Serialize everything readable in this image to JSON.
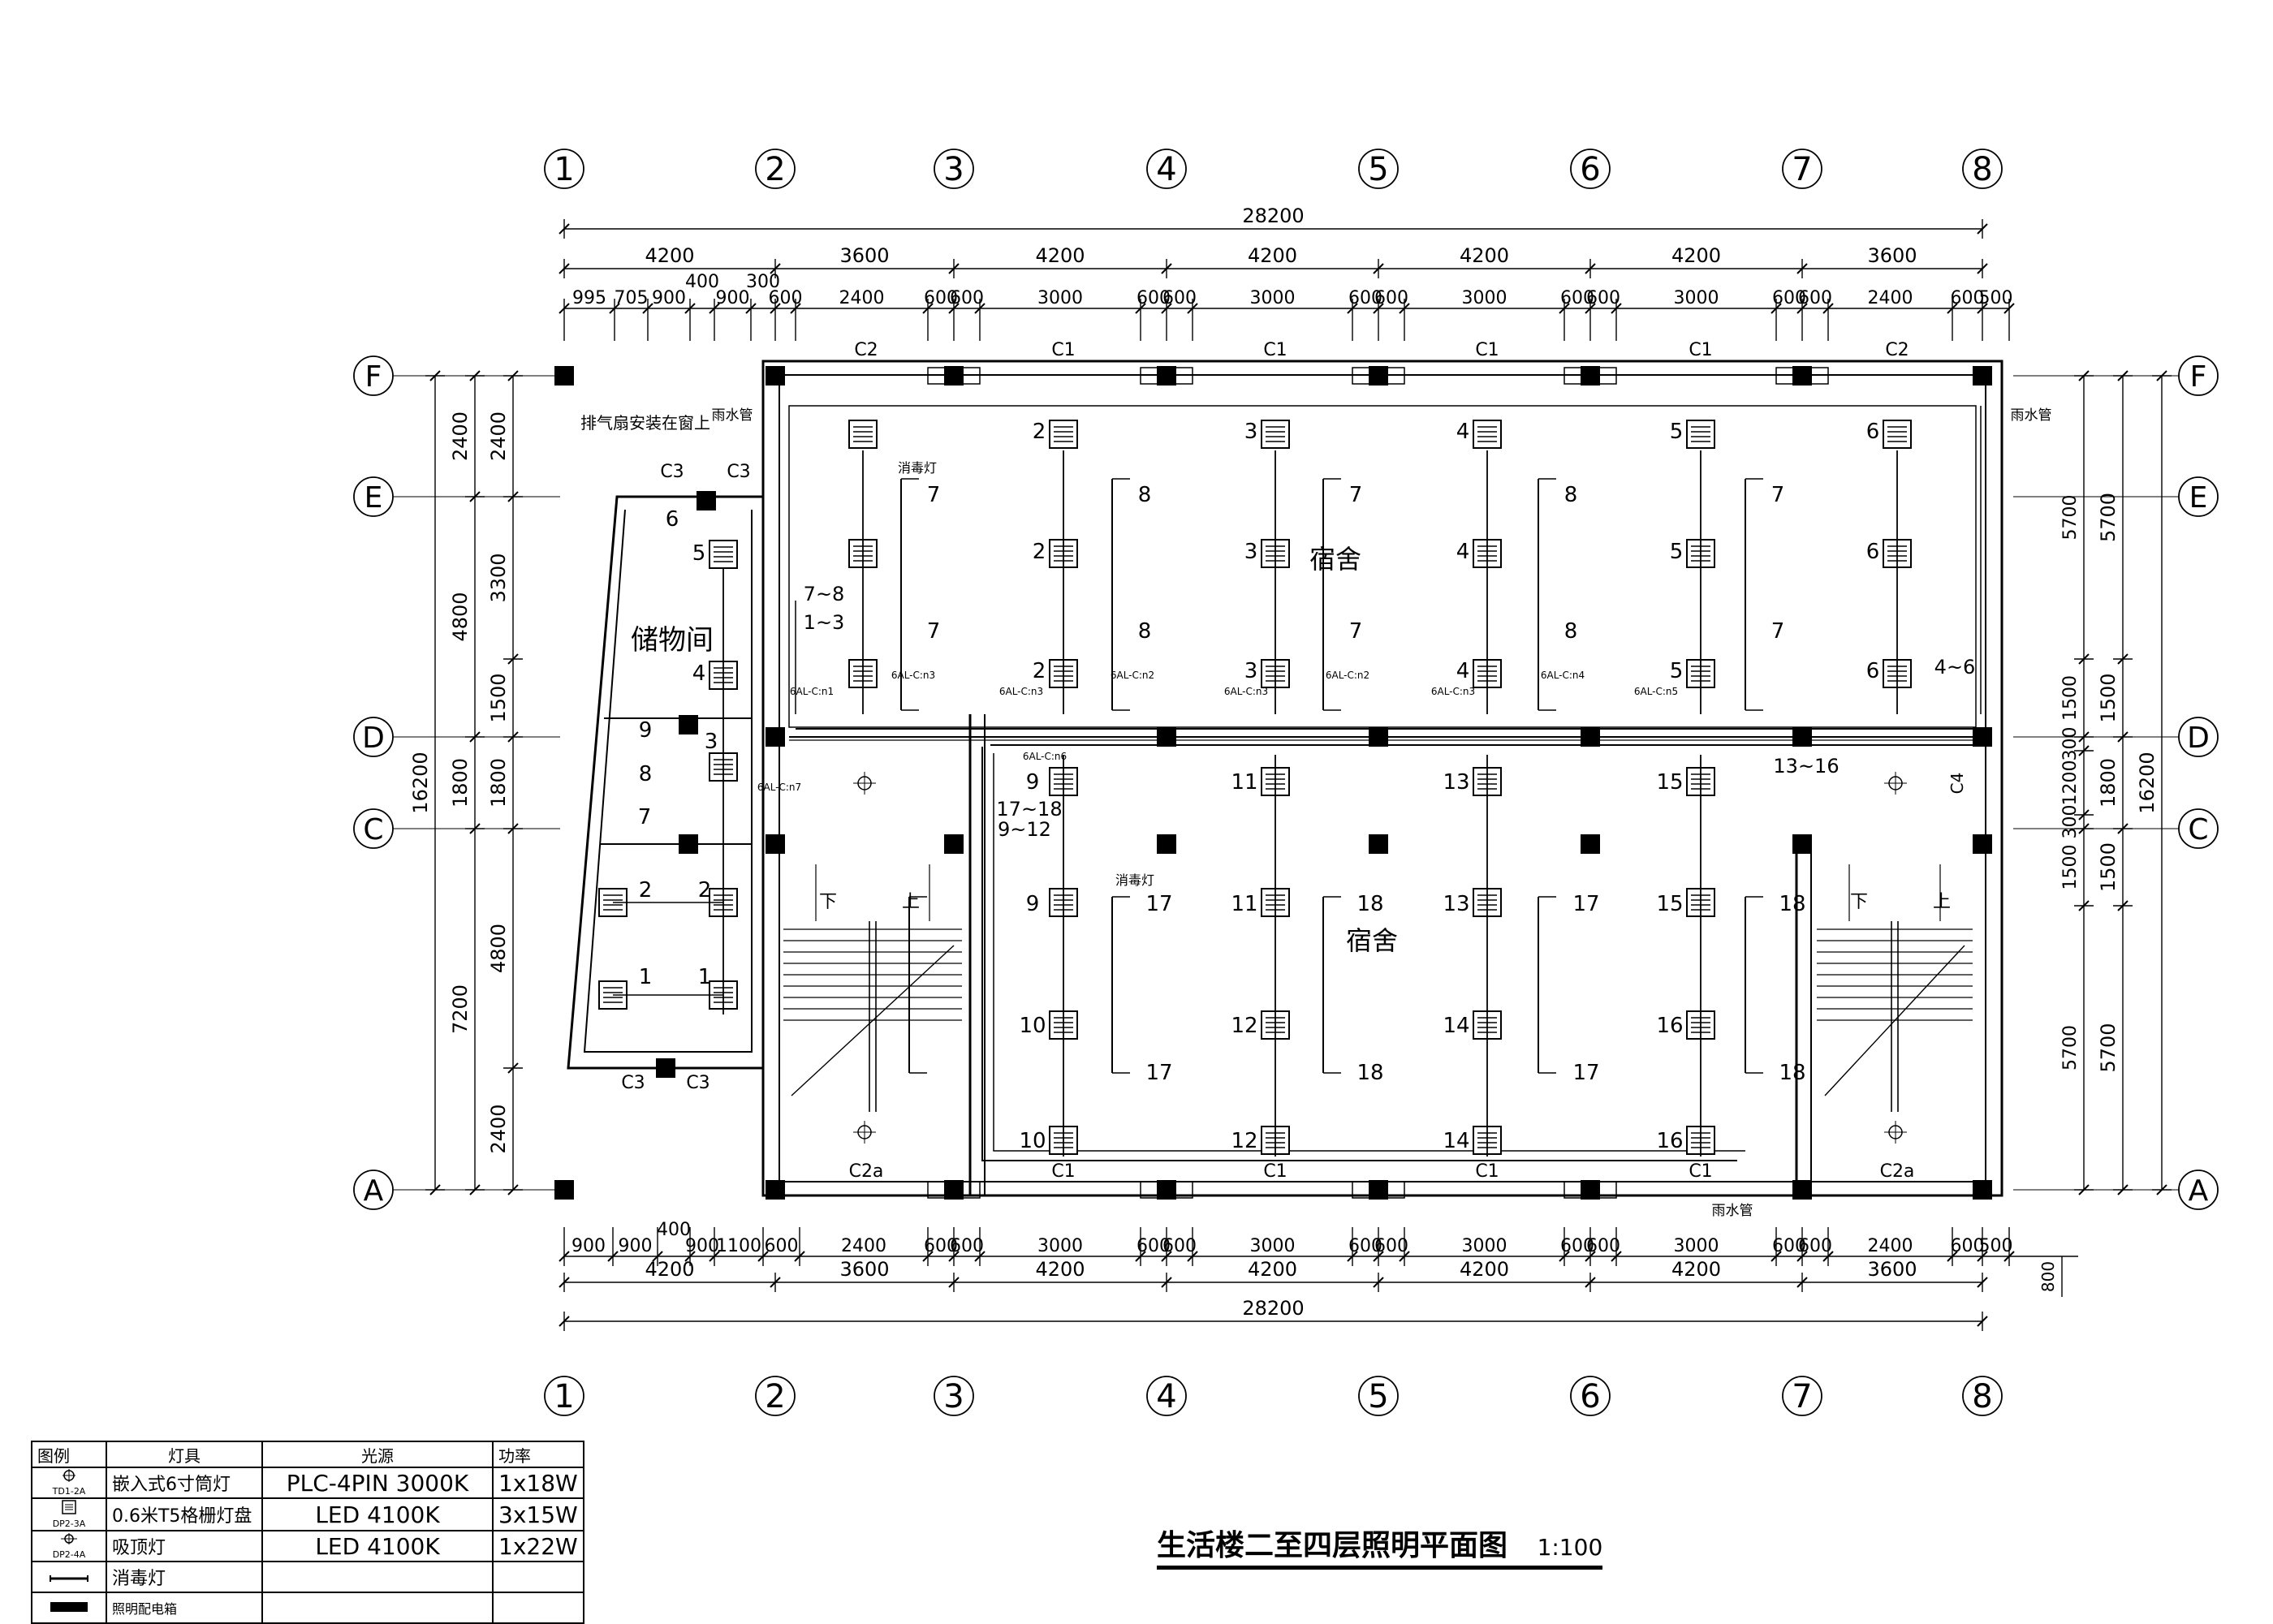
{
  "plan_title": "生活楼二至四层照明平面图",
  "scale": "1:100",
  "axes": {
    "numbered": [
      "1",
      "2",
      "3",
      "4",
      "5",
      "6",
      "7",
      "8"
    ],
    "lettered": [
      "F",
      "E",
      "D",
      "C",
      "A"
    ]
  },
  "dims_top": {
    "total": "28200",
    "bays": [
      "4200",
      "3600",
      "4200",
      "4200",
      "4200",
      "4200",
      "3600"
    ],
    "detail": [
      "995",
      "705",
      "900",
      "400",
      "900",
      "300",
      "600",
      "2400",
      "600",
      "600",
      "3000",
      "600",
      "600",
      "3000",
      "600",
      "600",
      "3000",
      "600",
      "600",
      "3000",
      "600",
      "600",
      "2400",
      "600",
      "500"
    ]
  },
  "dims_bottom": {
    "total": "28200",
    "bays": [
      "4200",
      "3600",
      "4200",
      "4200",
      "4200",
      "4200",
      "3600"
    ],
    "detail": [
      "900",
      "900",
      "400",
      "900",
      "1100",
      "600",
      "2400",
      "600",
      "600",
      "3000",
      "600",
      "600",
      "3000",
      "600",
      "600",
      "3000",
      "600",
      "600",
      "3000",
      "600",
      "600",
      "2400",
      "600",
      "500"
    ],
    "extra": "800"
  },
  "dims_left": {
    "total": "16200",
    "outer": [
      "2400",
      "4800",
      "1800",
      "7200"
    ],
    "inner": [
      "2400",
      "3300",
      "1500",
      "1800",
      "4800",
      "2400"
    ]
  },
  "dims_right": {
    "total": "16200",
    "outer": [
      "5700",
      "1500",
      "300",
      "1200",
      "300",
      "1500",
      "5700"
    ],
    "inner": [
      "5700",
      "1500",
      "1800",
      "1500",
      "5700"
    ]
  },
  "rooms": {
    "storage": "储物间",
    "dorm_north": "宿舍",
    "dorm_south": "宿舍"
  },
  "notes": {
    "exhaust_fan": "排气扇安装在窗上",
    "rain_pipe": "雨水管",
    "uv_lamp": "消毒灯"
  },
  "windows": {
    "c1": "C1",
    "c2": "C2",
    "c2a": "C2a",
    "c3": "C3",
    "c4": "C4"
  },
  "stairs": {
    "down": "下",
    "up": "上"
  },
  "circuits": {
    "r78": "7~8",
    "r13": "1~3",
    "r46": "4~6",
    "r1316": "13~16",
    "r1718": "17~18",
    "r912": "9~12"
  },
  "lamp_numbers": {
    "north_row1": [
      "2",
      "3",
      "4",
      "5",
      "6"
    ],
    "north_uv": [
      "7",
      "8",
      "7",
      "8",
      "7"
    ],
    "south": [
      "9",
      "11",
      "13",
      "15"
    ],
    "south_mid": [
      "9",
      "11",
      "13",
      "15"
    ],
    "south_lower": [
      "10",
      "12",
      "14",
      "16"
    ],
    "south_bottom": [
      "10",
      "12",
      "14",
      "16"
    ],
    "south_uv": [
      "17",
      "18",
      "17",
      "18"
    ],
    "storage": [
      "6",
      "5",
      "4",
      "3",
      "9",
      "8",
      "7",
      "2",
      "2",
      "1",
      "1"
    ]
  },
  "cable_tags": [
    "6AL-C:n1",
    "6AL-C:n3",
    "6AL-C:n3",
    "6AL-C:n2",
    "6AL-C:n3",
    "6AL-C:n2",
    "6AL-C:n3",
    "6AL-C:n4",
    "6AL-C:n5",
    "6AL-C:n6",
    "6AL-C:n7"
  ],
  "legend": {
    "headers": [
      "图例",
      "灯具",
      "光源",
      "功率"
    ],
    "rows": [
      {
        "code": "TD1-2A",
        "fixture": "嵌入式6寸筒灯",
        "source": "PLC-4PIN 3000K",
        "power": "1x18W"
      },
      {
        "code": "DP2-3A",
        "fixture": "0.6米T5格栅灯盘",
        "source": "LED 4100K",
        "power": "3x15W"
      },
      {
        "code": "DP2-4A",
        "fixture": "吸顶灯",
        "source": "LED 4100K",
        "power": "1x22W"
      },
      {
        "code": "",
        "fixture": "消毒灯",
        "source": "",
        "power": ""
      },
      {
        "code": "",
        "fixture": "照明配电箱",
        "source": "",
        "power": ""
      }
    ]
  }
}
